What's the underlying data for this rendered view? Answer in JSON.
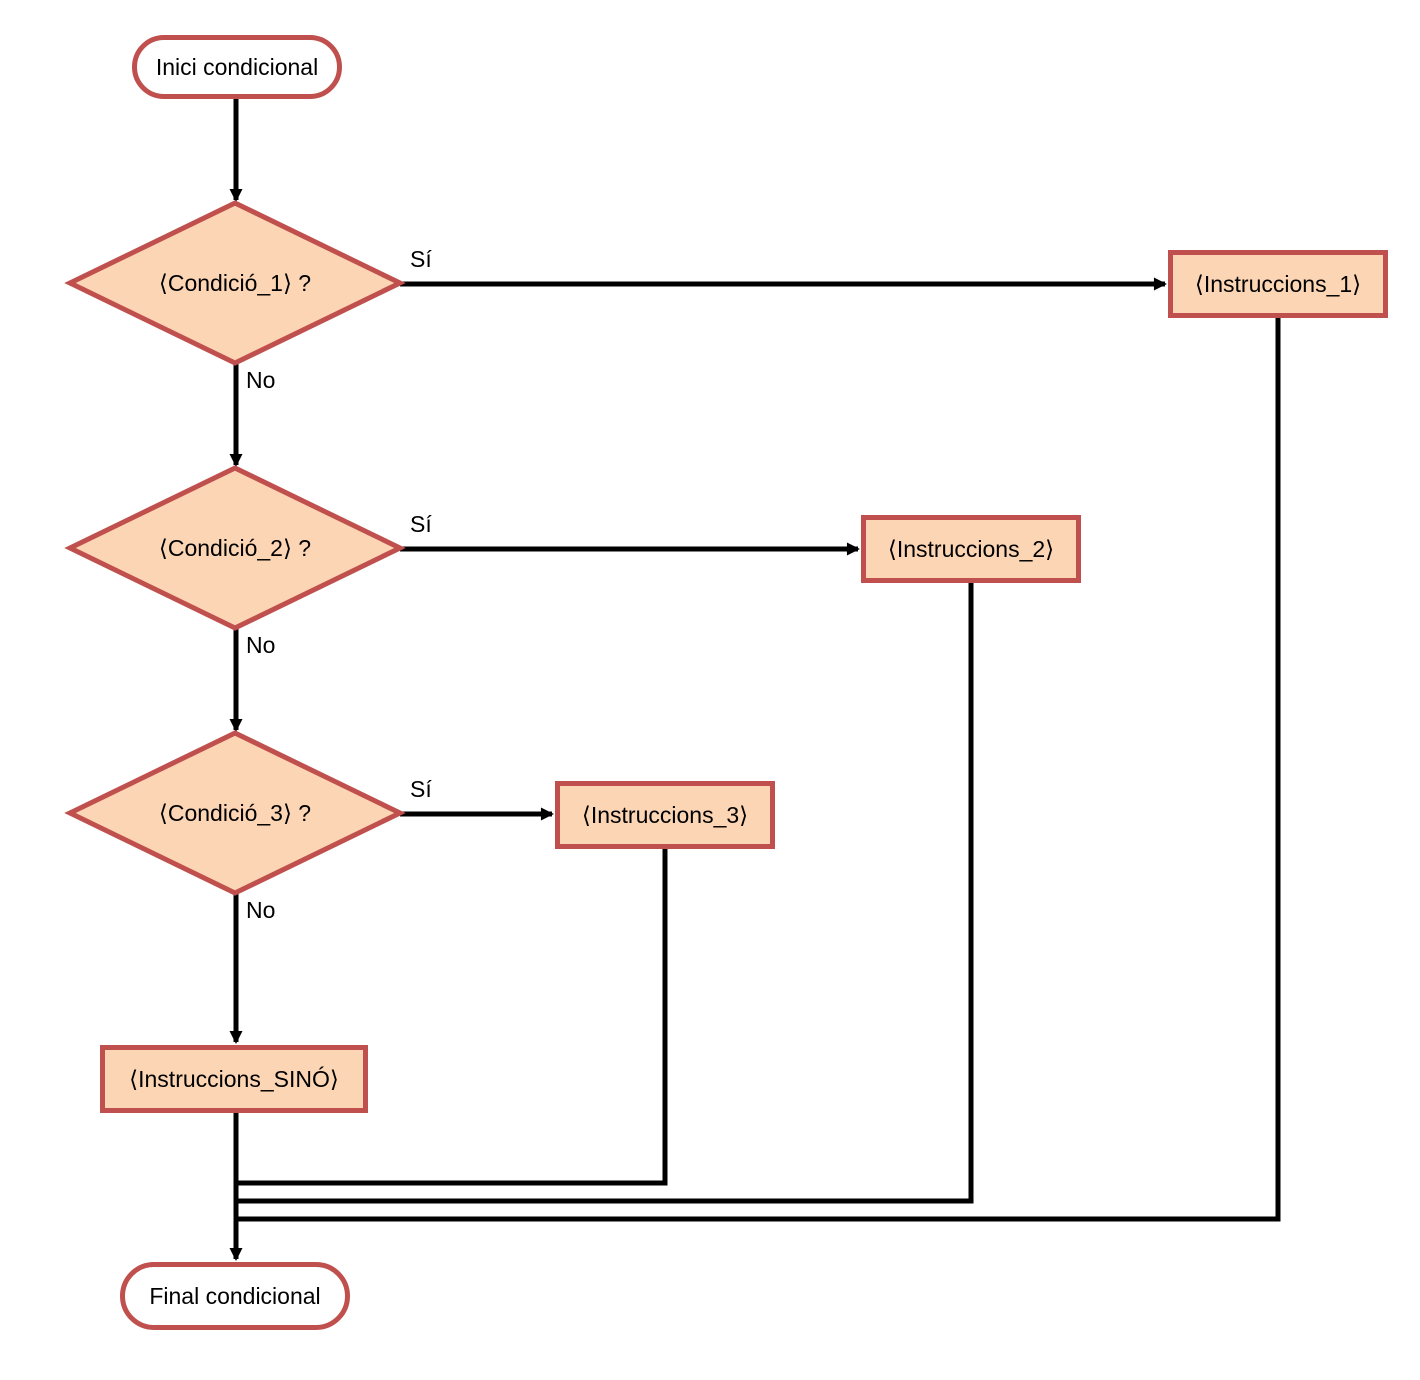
{
  "diagram": {
    "type": "flowchart",
    "language": "Catalan",
    "nodes": {
      "start": {
        "label": "Inici condicional",
        "shape": "terminal"
      },
      "cond1": {
        "label": "⟨Condició_1⟩ ?",
        "shape": "decision"
      },
      "cond2": {
        "label": "⟨Condició_2⟩ ?",
        "shape": "decision"
      },
      "cond3": {
        "label": "⟨Condició_3⟩ ?",
        "shape": "decision"
      },
      "instr1": {
        "label": "⟨Instruccions_1⟩",
        "shape": "process"
      },
      "instr2": {
        "label": "⟨Instruccions_2⟩",
        "shape": "process"
      },
      "instr3": {
        "label": "⟨Instruccions_3⟩",
        "shape": "process"
      },
      "instr_else": {
        "label": "⟨Instruccions_SINÓ⟩",
        "shape": "process"
      },
      "end": {
        "label": "Final condicional",
        "shape": "terminal"
      }
    },
    "edge_labels": {
      "cond1_yes": "Sí",
      "cond1_no": "No",
      "cond2_yes": "Sí",
      "cond2_no": "No",
      "cond3_yes": "Sí",
      "cond3_no": "No"
    },
    "colors": {
      "border": "#C0504D",
      "fill": "#FCD5B4",
      "terminal_fill": "#FFFFFF",
      "connector": "#000000",
      "text": "#000000",
      "background": "#FFFFFF"
    }
  }
}
